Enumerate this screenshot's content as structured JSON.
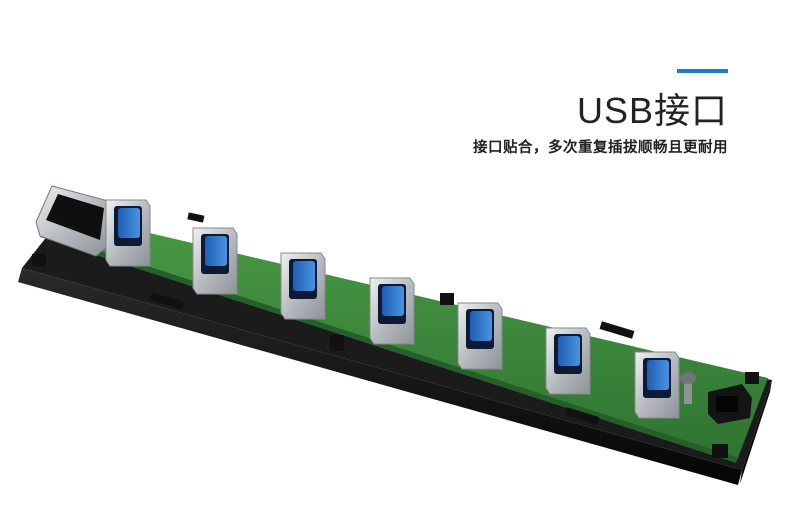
{
  "header": {
    "title": "USB接口",
    "subtitle": "接口贴合，多次重复插拔顺畅且更耐用"
  },
  "colors": {
    "accent": "#1b7ec4",
    "pcb_green": "#3f8b3b",
    "port_blue": "#2f74c8",
    "housing_black": "#151515",
    "metal": "#c9ccd0"
  },
  "product": {
    "usb_port_count": 7,
    "input_port": "usb-b",
    "power_jack": true
  }
}
